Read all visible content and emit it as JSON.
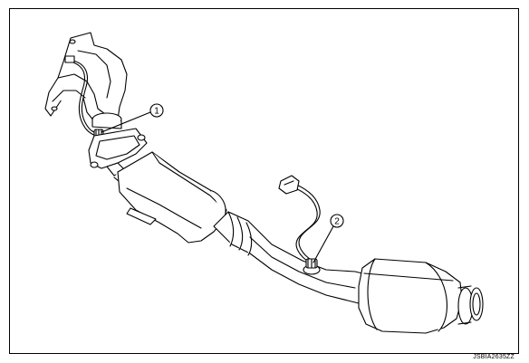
{
  "callouts": [
    {
      "number": "1"
    },
    {
      "number": "2"
    }
  ],
  "figure_code": "JSBIA2635ZZ",
  "colors": {
    "line": "#000000",
    "fill": "#ffffff",
    "shade": "#e8e8e8"
  }
}
